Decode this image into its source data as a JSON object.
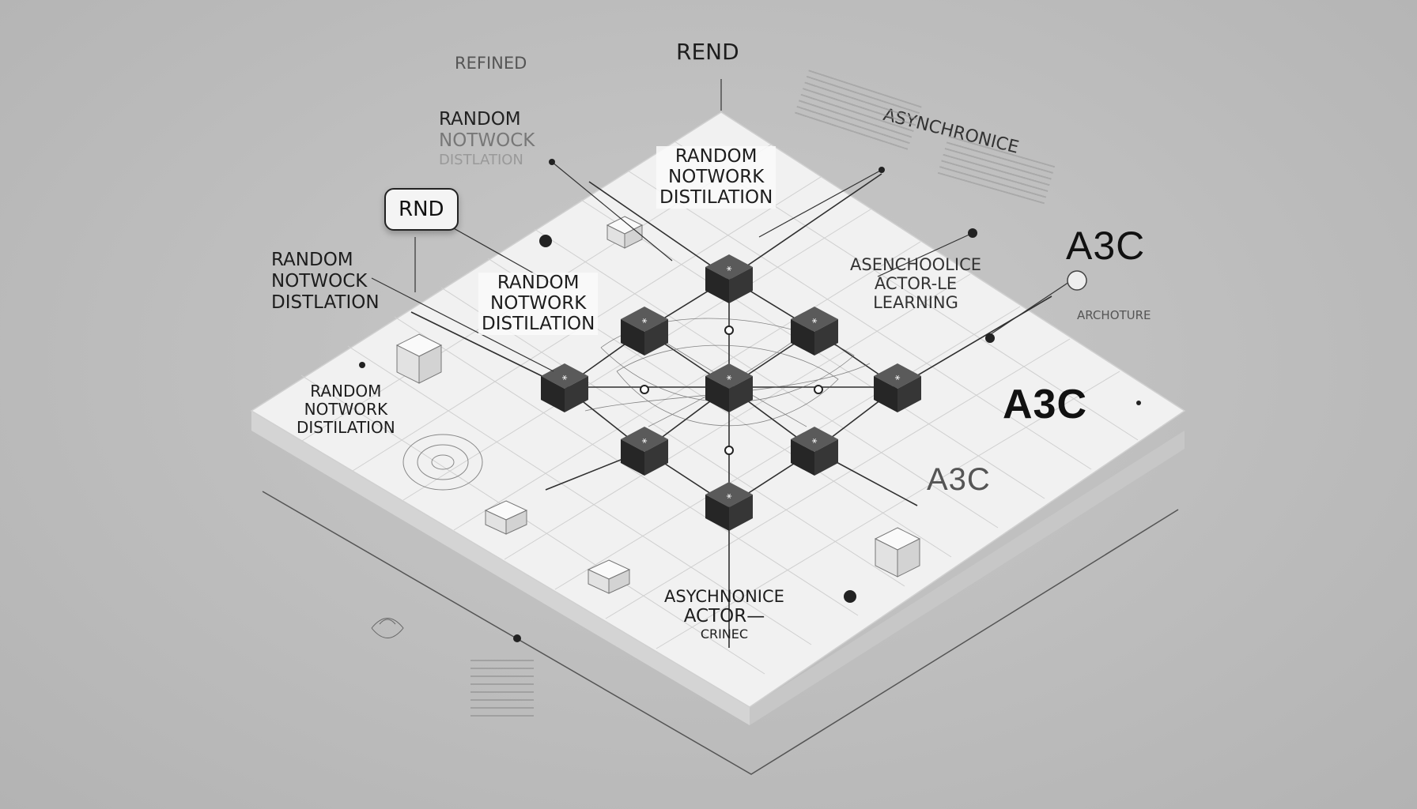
{
  "labels": {
    "top_refined": "REFINED",
    "top_rend": "REND",
    "rnd_badge": "RND",
    "left_random_lines": [
      "RANDOM",
      "NOTWOCK",
      "DISTLATION"
    ],
    "left2_lines": [
      "RANDOM",
      "NOTWOCK",
      "DISTLATION"
    ],
    "plate_top_lines": [
      "RANDOM",
      "NOTWORK",
      "DISTILATION"
    ],
    "plate_mid_lines": [
      "RANDOM",
      "NOTWORK",
      "DISTILATION"
    ],
    "plate_left_lines": [
      "RANDOM",
      "NOTWORK",
      "DISTILATION"
    ],
    "top_right_lines": [
      "ASYNCHRONICE"
    ],
    "plate_right_lines": [
      "ASENCHOOLICE",
      "ACTOR-LE",
      "LEARNING"
    ],
    "a3c_big": "A3C",
    "a3c_sub": "ARCHOTURE",
    "a3c_plate": "A3C",
    "a3c_plate_faded": "A3C",
    "bottom_lines": [
      "ASYCHNONICE",
      "ACTOR—",
      "CRINEC"
    ]
  },
  "colors": {
    "background": "#bdbdbd",
    "plate_top": "#f1f1f1",
    "plate_side": "#d6d6d6",
    "node": "#2b2b2b",
    "line": "#333333"
  }
}
